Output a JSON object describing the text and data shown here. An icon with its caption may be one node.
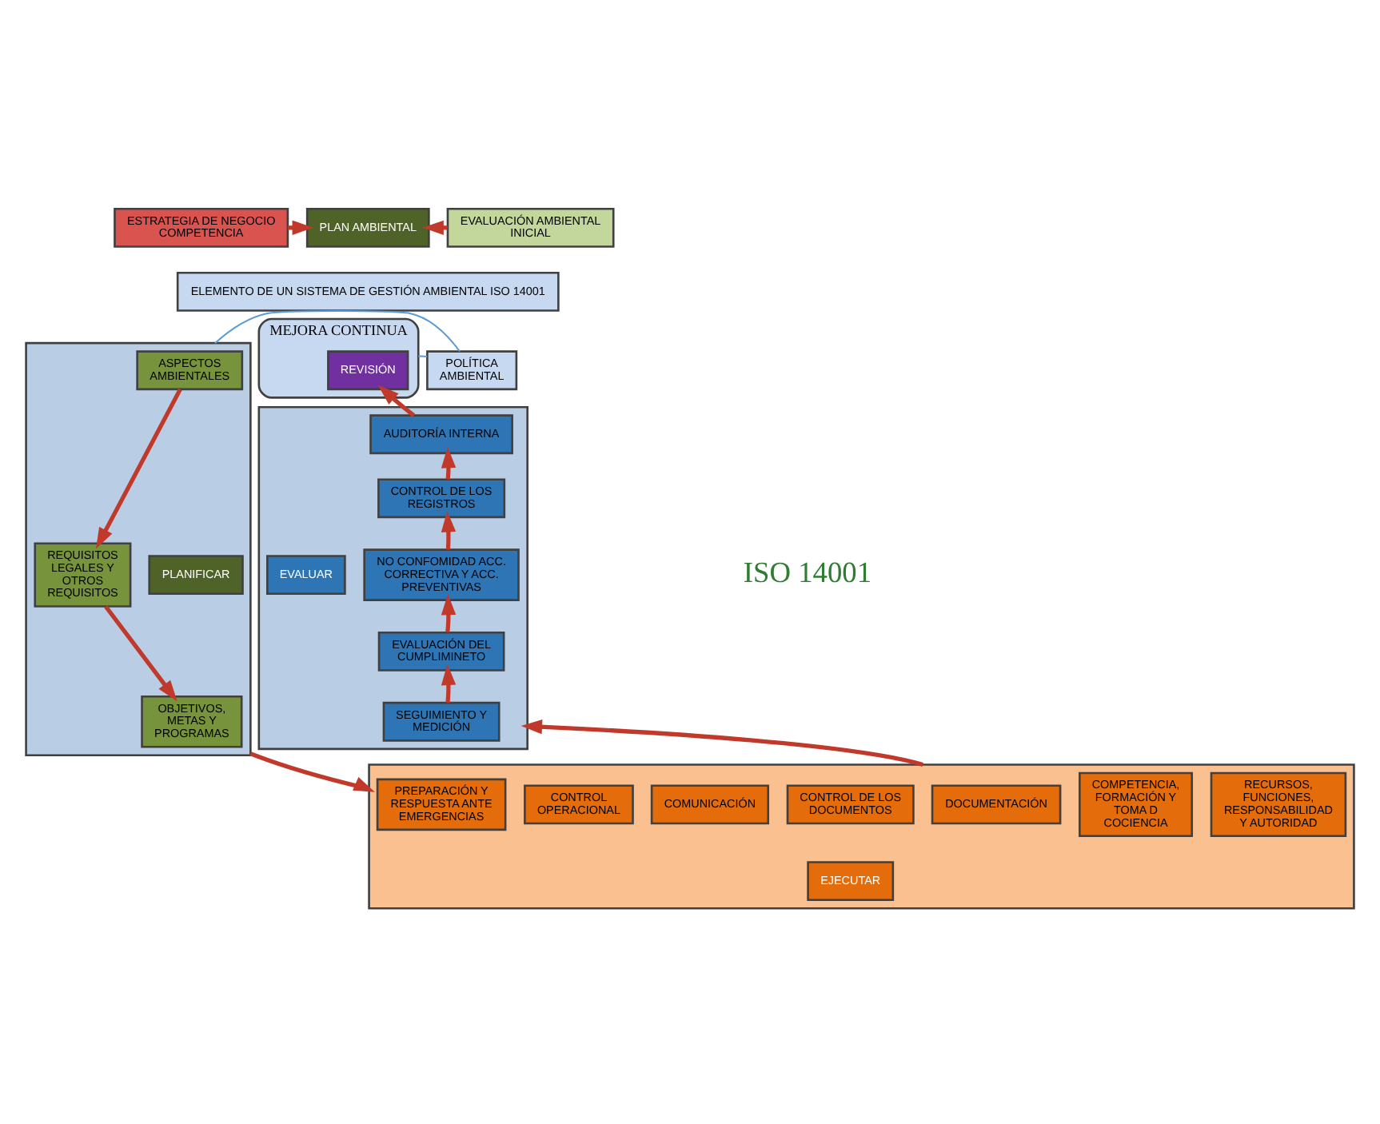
{
  "diagram": {
    "nodes": [
      {
        "text": [
          "ESTRATEGIA DE NEGOCIO COMPETENCIA"
        ]
      },
      {
        "text": [
          "PLAN AMBIENTAL"
        ]
      },
      {
        "text": [
          "EVALUACIÓN AMBIENTAL INICIAL"
        ]
      },
      {
        "text": [
          "ELEMENTO DE UN SISTEMA DE GESTIÓN AMBIENTAL ISO 14001"
        ]
      },
      {
        "text": [
          "MEJORA CONTINUA"
        ]
      },
      {
        "text": [
          "REVISIÓN"
        ],
        "in": 4
      },
      {
        "text": [
          "POLÍTICA AMBIENTAL"
        ]
      },
      {
        "text": [],
        "shape": "box"
      },
      {
        "text": [
          "ASPECTOS AMBIENTALES"
        ],
        "in": 7
      },
      {
        "text": [
          "REQUISITOS LEGALES Y OTROS REQUISITOS"
        ],
        "in": 7
      },
      {
        "text": [
          "OBJETIVOS, METAS Y PROGRAMAS"
        ],
        "in": 7
      },
      {
        "text": [
          "PLANIFICAR"
        ],
        "in": 7
      },
      {
        "text": [],
        "shape": "box"
      },
      {
        "text": [
          "EVALUAR"
        ],
        "in": 12
      },
      {
        "text": [
          "AUDITORÍA INTERNA"
        ],
        "in": 12
      },
      {
        "text": [
          "CONTROL DE LOS REGISTROS"
        ],
        "in": 12
      },
      {
        "text": [
          "NO CONFOMIDAD ACC. CORRECTIVA Y ACC. PREVENTIVAS"
        ],
        "in": 12
      },
      {
        "text": [
          "EVALUACIÓN DEL CUMPLIMINETO"
        ],
        "in": 12
      },
      {
        "text": [
          "SEGUIMIENTO Y MEDICIÓN"
        ],
        "in": 12
      },
      {
        "text": [],
        "shape": "box"
      },
      {
        "text": [
          "PREPARACIÓN Y RESPUESTA ANTE EMERGENCIAS"
        ],
        "in": 19
      },
      {
        "text": [
          "CONTROL OPERACIONAL"
        ],
        "in": 19
      },
      {
        "text": [
          "CONTROL DE LOS DOCUMENTOS"
        ],
        "in": 19
      },
      {
        "text": [
          "DOCUMENTACIÓN"
        ],
        "in": 19
      },
      {
        "text": [
          "COMUNICACIÓN"
        ],
        "in": 19
      },
      {
        "text": [
          "COMPETENCIA, FORMACIÓN Y TOMA D COCIENCIA"
        ],
        "in": 19
      },
      {
        "text": [
          "RECURSOS, FUNCIONES, RESPONSABILIDAD Y AUTORIDAD"
        ],
        "in": 19
      },
      {
        "text": [
          "EJECUTAR"
        ],
        "in": 19
      }
    ],
    "edges": [
      {
        "from": 0,
        "to": 1,
        "arrow": "to"
      },
      {
        "from": 2,
        "to": 1,
        "arrow": "to"
      },
      {
        "from": 4,
        "to": 6,
        "arrow": "none",
        "color": "#5b9bd5"
      },
      {
        "from": 6,
        "to": 7,
        "arrow": "none",
        "color": "#5b9bd5"
      },
      {
        "from": 8,
        "to": 9,
        "arrow": "to"
      },
      {
        "from": 9,
        "to": 10,
        "arrow": "to"
      },
      {
        "from": 7,
        "to": 19,
        "arrow": "to"
      },
      {
        "from": 19,
        "to": 12,
        "arrow": "to"
      },
      {
        "from": 18,
        "to": 17,
        "arrow": "to"
      },
      {
        "from": 17,
        "to": 16,
        "arrow": "to"
      },
      {
        "from": 16,
        "to": 15,
        "arrow": "to"
      },
      {
        "from": 15,
        "to": 14,
        "arrow": "to"
      },
      {
        "from": 14,
        "to": 5,
        "arrow": "to"
      }
    ],
    "labels": [
      "ISO 14001"
    ]
  }
}
